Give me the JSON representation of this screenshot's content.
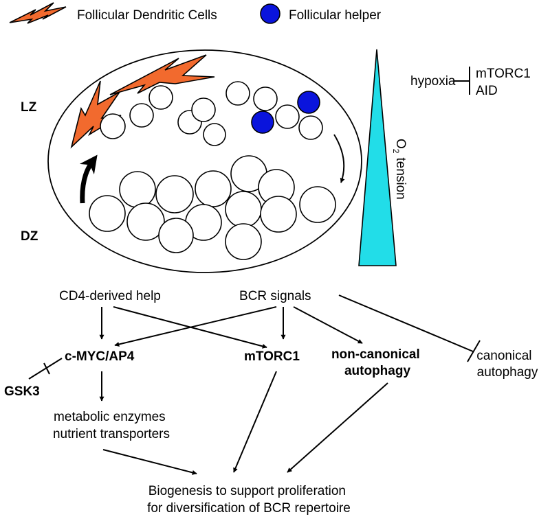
{
  "legend": {
    "fdc_label": "Follicular Dendritic Cells",
    "tfh_label": "Follicular helper"
  },
  "zones": {
    "lz": "LZ",
    "dz": "DZ"
  },
  "oxygen": {
    "o_letter": "O",
    "subscript": "2",
    "word": "tension"
  },
  "hypoxia": {
    "source": "hypoxia",
    "targets": [
      "mTORC1",
      "AID"
    ]
  },
  "pathway": {
    "cd4_help": "CD4-derived help",
    "bcr_signals": "BCR signals",
    "cmyc": "c-MYC/AP4",
    "mtorc1": "mTORC1",
    "noncanonical": [
      "non-canonical",
      "autophagy"
    ],
    "canonical": [
      "canonical",
      "autophagy"
    ],
    "gsk3": "GSK3",
    "metabolic": [
      "metabolic enzymes",
      "nutrient transporters"
    ],
    "outcome": [
      "Biogenesis to support proliferation",
      "for diversification of BCR repertoire"
    ]
  },
  "colors": {
    "fdc": "#f26a2e",
    "tfh": "#0a14dc",
    "oxygen_gradient": "#22dde8",
    "cell": "#ffffff",
    "line": "#000000"
  }
}
